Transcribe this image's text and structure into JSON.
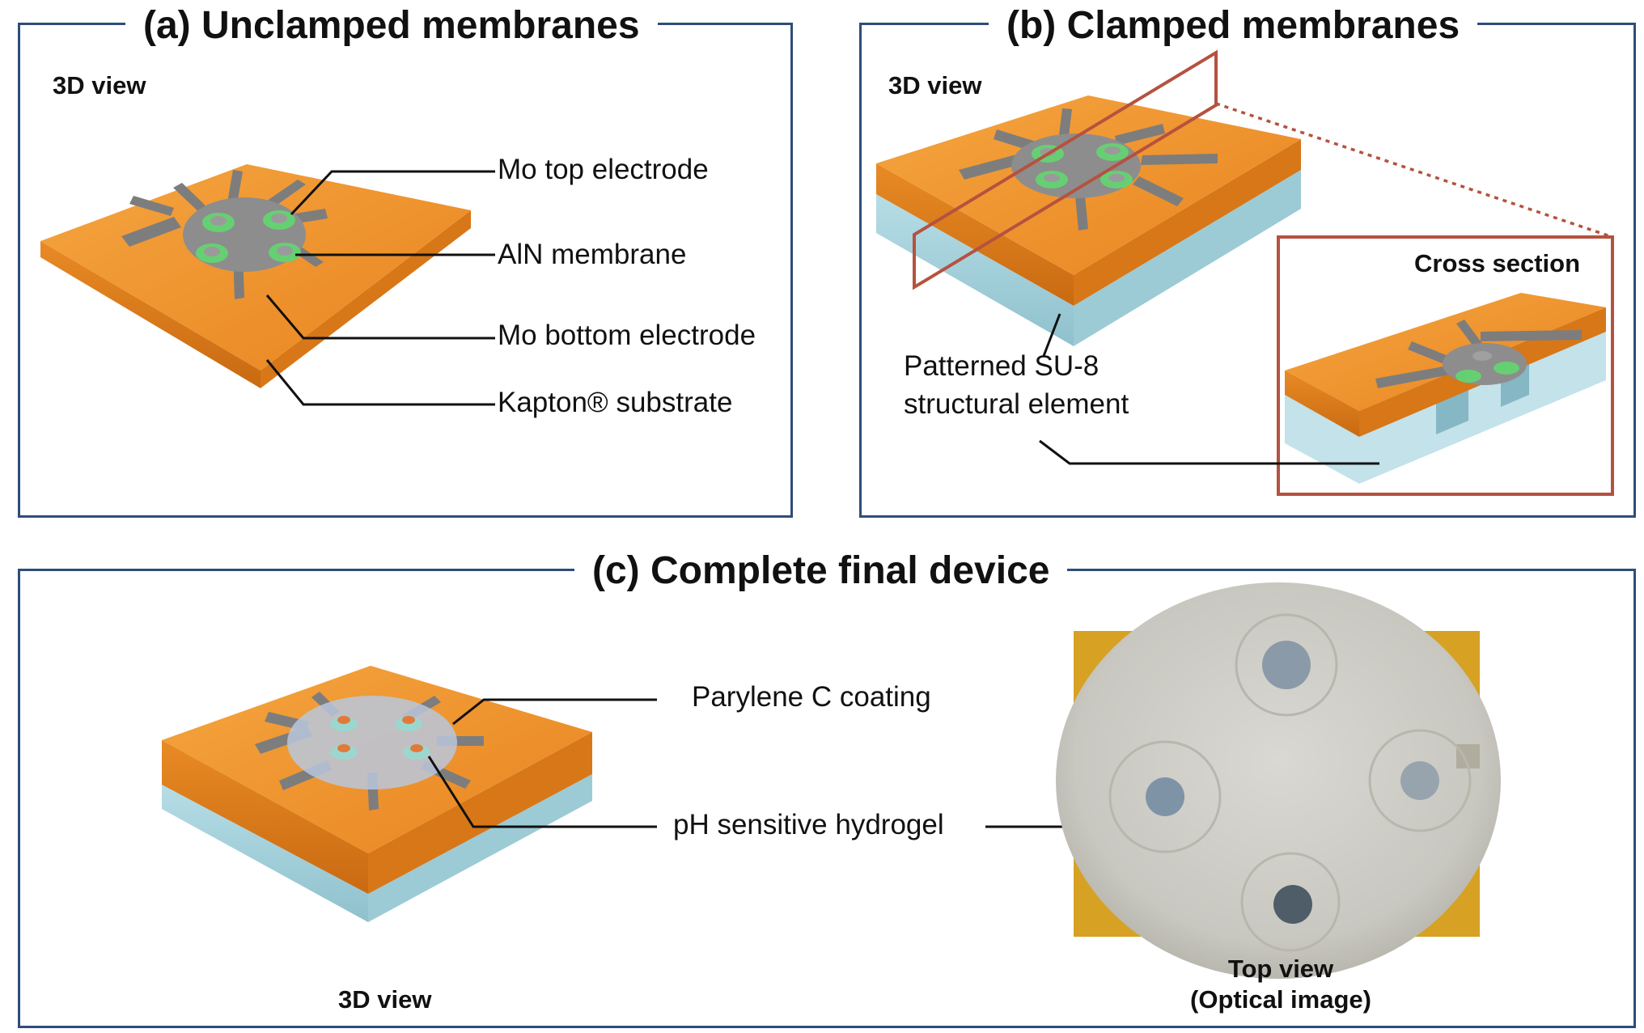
{
  "panel_a": {
    "title": "(a) Unclamped membranes",
    "view_label": "3D view",
    "labels": {
      "top_electrode": "Mo top electrode",
      "membrane": "AlN membrane",
      "bottom_electrode": "Mo bottom electrode",
      "substrate": "Kapton® substrate"
    }
  },
  "panel_b": {
    "title": "(b) Clamped membranes",
    "view_label": "3D view",
    "cross_section_label": "Cross section",
    "su8_label_line1": "Patterned SU-8",
    "su8_label_line2": "structural element"
  },
  "panel_c": {
    "title": "(c) Complete final device",
    "view_label": "3D view",
    "parylene_label": "Parylene C coating",
    "hydrogel_label": "pH sensitive hydrogel",
    "top_view_line1": "Top view",
    "top_view_line2": "(Optical image)"
  },
  "colors": {
    "frame": "#2e4d7a",
    "kapton": "#f0962e",
    "su8": "#a9d0da",
    "electrode": "#7d7d7d",
    "membrane": "#6fd17a",
    "cross_section_frame": "#b5523f"
  }
}
